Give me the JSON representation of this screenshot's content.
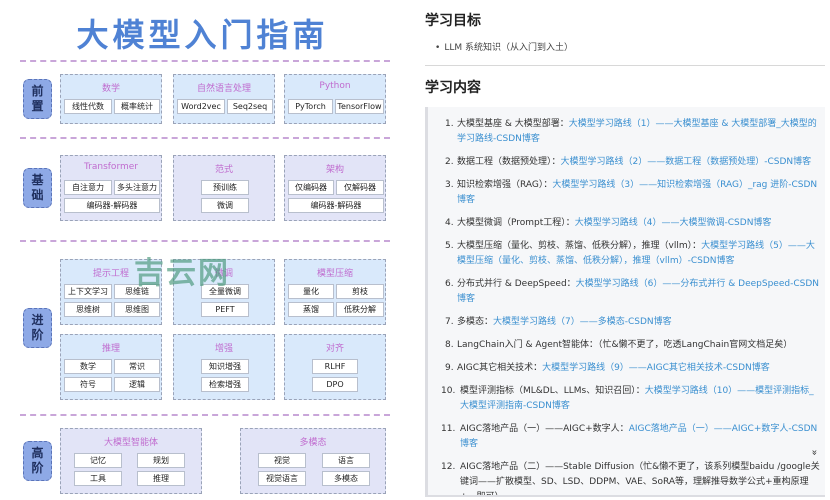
{
  "roadmap": {
    "title": "大模型入门指南",
    "watermark": "吉云网",
    "stages": [
      {
        "label": [
          "前",
          "置"
        ],
        "groups": [
          {
            "title": "数学",
            "chips": [
              "线性代数",
              "概率统计"
            ]
          },
          {
            "title": "自然语言处理",
            "chips": [
              "Word2vec",
              "Seq2seq"
            ]
          },
          {
            "title": "Python",
            "chips": [
              "PyTorch",
              "TensorFlow"
            ]
          }
        ]
      },
      {
        "label": [
          "基",
          "础"
        ],
        "groups": [
          {
            "title": "Transformer",
            "chips": [
              "自注意力",
              "多头注意力",
              "编码器-解码器"
            ]
          },
          {
            "title": "范式",
            "chips": [
              "预训练",
              "微调"
            ]
          },
          {
            "title": "架构",
            "chips": [
              "仅编码器",
              "仅解码器",
              "编码器-解码器"
            ]
          }
        ]
      },
      {
        "label": [
          "进",
          "阶"
        ],
        "groups": [
          {
            "title": "提示工程",
            "chips": [
              "上下文学习",
              "思维链",
              "思维树",
              "思维图"
            ]
          },
          {
            "title": "微调",
            "chips": [
              "全量微调",
              "PEFT"
            ]
          },
          {
            "title": "模型压缩",
            "chips": [
              "量化",
              "剪枝",
              "蒸馏",
              "低秩分解"
            ]
          },
          {
            "title": "推理",
            "chips": [
              "数学",
              "常识",
              "符号",
              "逻辑"
            ]
          },
          {
            "title": "增强",
            "chips": [
              "知识增强",
              "检索增强"
            ]
          },
          {
            "title": "对齐",
            "chips": [
              "RLHF",
              "DPO"
            ]
          }
        ]
      },
      {
        "label": [
          "高",
          "阶"
        ],
        "groups": [
          {
            "title": "大模型智能体",
            "chips": [
              "记忆",
              "规划",
              "工具",
              "推理"
            ]
          },
          {
            "title": "多模态",
            "chips": [
              "视觉",
              "语言",
              "视觉语言",
              "多模态"
            ]
          }
        ]
      }
    ]
  },
  "article": {
    "goal_heading": "学习目标",
    "goal_items": [
      "LLM 系统知识（从入门到入土）"
    ],
    "content_heading": "学习内容",
    "items": [
      {
        "num": "1.",
        "text": "大模型基座 & 大模型部署：",
        "link": "大模型学习路线（1）——大模型基座 & 大模型部署_大模型的学习路线-CSDN博客"
      },
      {
        "num": "2.",
        "text": "数据工程（数据预处理）：",
        "link": "大模型学习路线（2）——数据工程（数据预处理）-CSDN博客"
      },
      {
        "num": "3.",
        "text": "知识检索增强（RAG）：",
        "link": "大模型学习路线（3）——知识检索增强（RAG）_rag 进阶-CSDN博客"
      },
      {
        "num": "4.",
        "text": "大模型微调（Prompt工程）：",
        "link": "大模型学习路线（4）——大模型微调-CSDN博客"
      },
      {
        "num": "5.",
        "text": "大模型压缩（量化、剪枝、蒸馏、低秩分解），推理（vllm）：",
        "link": "大模型学习路线（5）——大模型压缩（量化、剪枝、蒸馏、低秩分解），推理（vllm）-CSDN博客"
      },
      {
        "num": "6.",
        "text": "分布式并行 & DeepSpeed：",
        "link": "大模型学习路线（6）——分布式并行 & DeepSpeed-CSDN博客"
      },
      {
        "num": "7.",
        "text": "多模态：",
        "link": "大模型学习路线（7）——多模态-CSDN博客"
      },
      {
        "num": "8.",
        "text": "LangChain入门 & Agent智能体：（忙&懒不更了，吃透LangChain官网文档足矣）",
        "link": ""
      },
      {
        "num": "9.",
        "text": "AIGC其它相关技术：",
        "link": "大模型学习路线（9）——AIGC其它相关技术-CSDN博客"
      },
      {
        "num": "10.",
        "text": "模型评测指标（ML&DL、LLMs、知识召回）：",
        "link": "大模型学习路线（10）——模型评测指标_大模型评测指南-CSDN博客"
      },
      {
        "num": "11.",
        "text": "AIGC落地产品（一）——AIGC+数字人：",
        "link": "AIGC落地产品（一）——AIGC+数字人-CSDN博客"
      },
      {
        "num": "12.",
        "text": "AIGC落地产品（二）——Stable Diffusion（忙&懒不更了，该系列模型baidu /google关键词——扩散模型、SD、LSD、DDPM、VAE、SoRA等，理解推导数学公式+重构原理+。即可）",
        "link": ""
      }
    ],
    "expand_icon": "»"
  },
  "colors": {
    "title_blue": "#4f82d4",
    "group_title_purple": "#c06ccf",
    "link_blue": "#3a8fd0",
    "stage_label_bg": "#8ea9e6"
  }
}
